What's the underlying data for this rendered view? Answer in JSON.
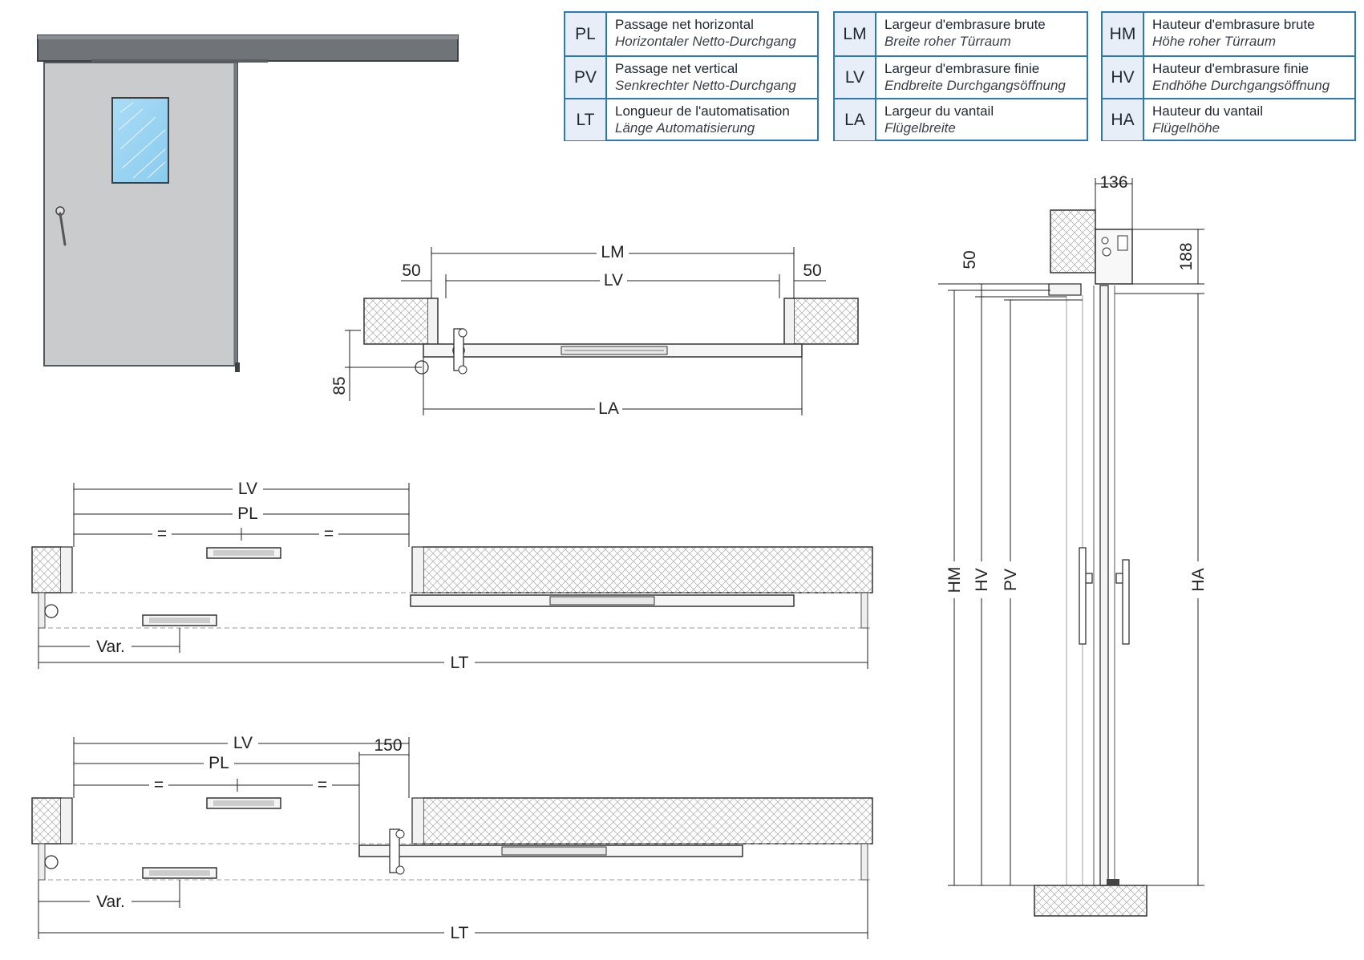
{
  "legend": [
    {
      "rows": [
        {
          "code": "PL",
          "fr": "Passage net horizontal",
          "de": "Horizontaler Netto-Durchgang"
        },
        {
          "code": "PV",
          "fr": "Passage net vertical",
          "de": "Senkrechter Netto-Durchgang"
        },
        {
          "code": "LT",
          "fr": "Longueur de l'automatisation",
          "de": "Länge Automatisierung"
        }
      ]
    },
    {
      "rows": [
        {
          "code": "LM",
          "fr": "Largeur d'embrasure brute",
          "de": "Breite roher Türraum"
        },
        {
          "code": "LV",
          "fr": "Largeur d'embrasure finie",
          "de": "Endbreite Durchgangsöffnung"
        },
        {
          "code": "LA",
          "fr": "Largeur du vantail",
          "de": "Flügelbreite"
        }
      ]
    },
    {
      "rows": [
        {
          "code": "HM",
          "fr": "Hauteur d'embrasure brute",
          "de": "Höhe roher Türraum"
        },
        {
          "code": "HV",
          "fr": "Hauteur d'embrasure finie",
          "de": "Endhöhe Durchgangsöffnung"
        },
        {
          "code": "HA",
          "fr": "Hauteur du vantail",
          "de": "Flügelhöhe"
        }
      ]
    }
  ],
  "plan_top": {
    "lm": "LM",
    "lv": "LV",
    "la": "LA",
    "left_50": "50",
    "right_50": "50",
    "dim_85": "85"
  },
  "plan_mid": {
    "lv": "LV",
    "pl": "PL",
    "eq1": "=",
    "eq2": "=",
    "var": "Var.",
    "lt": "LT"
  },
  "plan_bot": {
    "lv": "LV",
    "pl": "PL",
    "eq1": "=",
    "eq2": "=",
    "dim_150": "150",
    "var": "Var.",
    "lt": "LT"
  },
  "section": {
    "dim_136": "136",
    "dim_188": "188",
    "dim_50": "50",
    "hm": "HM",
    "hv": "HV",
    "pv": "PV",
    "ha": "HA"
  },
  "colors": {
    "legend_border": "#2c79b8",
    "legend_code_bg": "#e8eef7",
    "door": "#c9cbcd",
    "track": "#6e7175",
    "glass": "#9fd3f0",
    "ink": "#222222"
  }
}
